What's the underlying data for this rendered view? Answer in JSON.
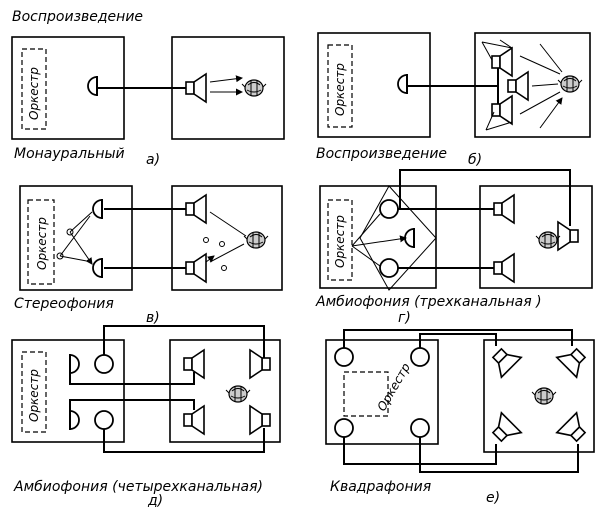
{
  "top_label": "Воспроизведение",
  "orchestra": "Оркестр",
  "panels": {
    "a": {
      "caption": "Монауральный",
      "letter": "а)"
    },
    "b": {
      "caption": "Воспроизведение",
      "letter": "б)"
    },
    "v": {
      "caption": "Стереофония",
      "letter": "в)"
    },
    "g": {
      "caption": "Амбиофония (трехканальная )",
      "letter": "г)"
    },
    "d": {
      "caption": "Амбиофония (четырехканальная)",
      "letter": "д)"
    },
    "e": {
      "caption": "Квадрафония",
      "letter": "е)"
    }
  },
  "icons": [
    "microphone-icon",
    "loudspeaker-icon",
    "listener-head-icon"
  ]
}
